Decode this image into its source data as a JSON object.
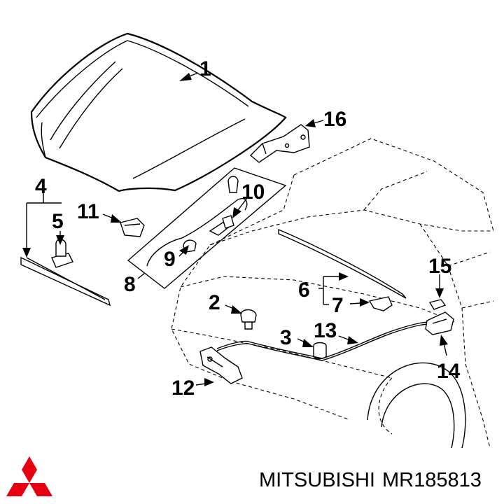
{
  "callouts": [
    {
      "id": "1",
      "text": "1"
    },
    {
      "id": "2",
      "text": "2"
    },
    {
      "id": "3",
      "text": "3"
    },
    {
      "id": "4",
      "text": "4"
    },
    {
      "id": "5",
      "text": "5"
    },
    {
      "id": "6",
      "text": "6"
    },
    {
      "id": "7",
      "text": "7"
    },
    {
      "id": "8",
      "text": "8"
    },
    {
      "id": "9",
      "text": "9"
    },
    {
      "id": "10",
      "text": "10"
    },
    {
      "id": "11",
      "text": "11"
    },
    {
      "id": "12",
      "text": "12"
    },
    {
      "id": "13",
      "text": "13"
    },
    {
      "id": "14",
      "text": "14"
    },
    {
      "id": "15",
      "text": "15"
    },
    {
      "id": "16",
      "text": "16"
    }
  ],
  "caption": {
    "brand": "MITSUBISHI",
    "part_number": "MR185813"
  },
  "logo": {
    "name": "mitsubishi-three-diamond-logo",
    "color": "#e60012"
  }
}
